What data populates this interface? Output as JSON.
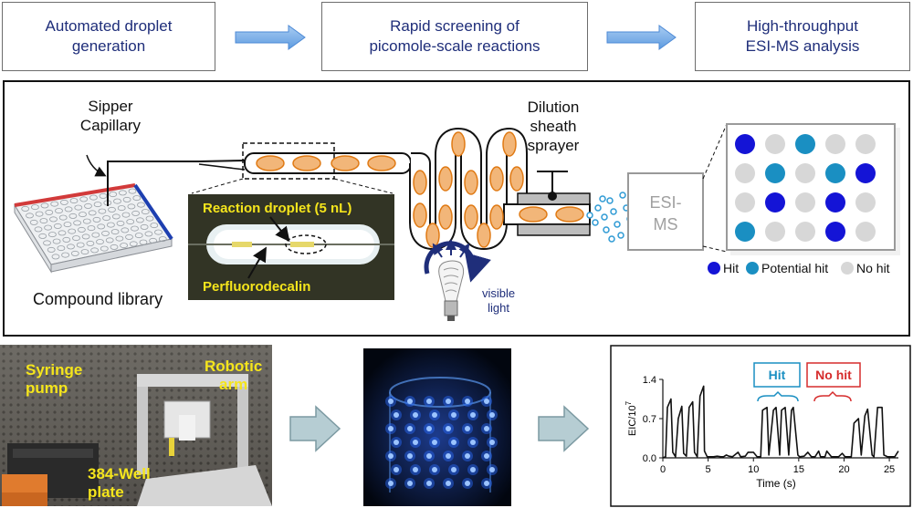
{
  "workflow": {
    "step1": [
      "Automated droplet",
      "generation"
    ],
    "step2": [
      "Rapid screening of",
      "picomole-scale reactions"
    ],
    "step3": [
      "High-throughput",
      "ESI-MS analysis"
    ]
  },
  "schematic": {
    "sipper": [
      "Sipper",
      "Capillary"
    ],
    "dilution": [
      "Dilution",
      "sheath",
      "sprayer"
    ],
    "compound_library": "Compound library",
    "reaction_droplet": "Reaction droplet (5 nL)",
    "perfluoro": "Perfluorodecalin",
    "visible": [
      "visible",
      "light"
    ],
    "esi": [
      "ESI-",
      "MS"
    ],
    "legend": {
      "hit": "Hit",
      "potential": "Potential hit",
      "nohit": "No hit"
    },
    "colors": {
      "hit": "#1414d6",
      "potential": "#1a8fc2",
      "nohit": "#d7d7d7",
      "droplet": "#f2b679",
      "droplet_edge": "#e07a14",
      "arrow": "#7fb2e8"
    },
    "grid": [
      [
        "hit",
        "nohit",
        "potential",
        "nohit",
        "nohit"
      ],
      [
        "nohit",
        "potential",
        "nohit",
        "potential",
        "hit"
      ],
      [
        "nohit",
        "hit",
        "nohit",
        "hit",
        "nohit"
      ],
      [
        "potential",
        "nohit",
        "nohit",
        "hit",
        "nohit"
      ]
    ]
  },
  "photos": {
    "syringe": [
      "Syringe",
      "pump"
    ],
    "robotic": [
      "Robotic",
      "arm"
    ],
    "well": [
      "384-Well",
      "plate"
    ]
  },
  "chart_data": {
    "type": "line",
    "ylabel": "EIC/10",
    "ylabel_sup": "7",
    "xlabel": "Time (s)",
    "xticks": [
      0,
      5,
      10,
      15,
      20,
      25
    ],
    "yticks": [
      "0.0",
      "0.7",
      "1.4"
    ],
    "xlim": [
      0,
      26
    ],
    "ylim": [
      0,
      1.4
    ],
    "annotations": {
      "hit": "Hit",
      "nohit": "No hit"
    },
    "x": [
      0,
      0.3,
      0.5,
      0.9,
      1.1,
      1.4,
      1.7,
      2.1,
      2.3,
      2.6,
      2.9,
      3.3,
      3.5,
      3.8,
      4.1,
      4.5,
      4.6,
      4.9,
      5.2,
      5.6,
      6.0,
      6.4,
      6.7,
      7.0,
      7.3,
      7.7,
      8.3,
      8.6,
      9.1,
      9.4,
      10.0,
      10.4,
      10.8,
      11.0,
      11.5,
      11.7,
      12.2,
      12.5,
      12.9,
      13.1,
      13.5,
      13.9,
      14.2,
      14.4,
      14.9,
      15.1,
      15.6,
      16.0,
      16.4,
      16.8,
      17.2,
      17.4,
      17.9,
      18.1,
      18.6,
      19.0,
      19.4,
      19.8,
      20.1,
      20.6,
      20.8,
      21.1,
      21.6,
      21.9,
      22.3,
      22.6,
      23.1,
      23.3,
      23.7,
      24.2,
      24.4,
      24.8,
      25.2,
      25.6,
      26.0
    ],
    "y": [
      0,
      0.02,
      0.9,
      1.05,
      0.1,
      0.02,
      0.7,
      0.92,
      0.08,
      0.03,
      0.9,
      1.0,
      0.1,
      0.02,
      1.1,
      1.28,
      0.12,
      0.02,
      0.02,
      0.02,
      0.03,
      0.02,
      0.02,
      0.05,
      0.03,
      0.02,
      0.1,
      0.02,
      0.03,
      0.1,
      0.1,
      0.02,
      0.02,
      0.85,
      0.9,
      0.05,
      0.85,
      0.9,
      0.05,
      0.85,
      0.9,
      0.05,
      0.85,
      0.9,
      0.05,
      0.02,
      0.03,
      0.1,
      0.02,
      0.02,
      0.12,
      0.02,
      0.02,
      0.12,
      0.02,
      0.02,
      0.02,
      0.08,
      0.02,
      0.02,
      0.02,
      0.62,
      0.7,
      0.05,
      0.75,
      0.87,
      0.05,
      0.02,
      0.9,
      0.9,
      0.05,
      0.02,
      0.02,
      0.02,
      0.12
    ]
  }
}
